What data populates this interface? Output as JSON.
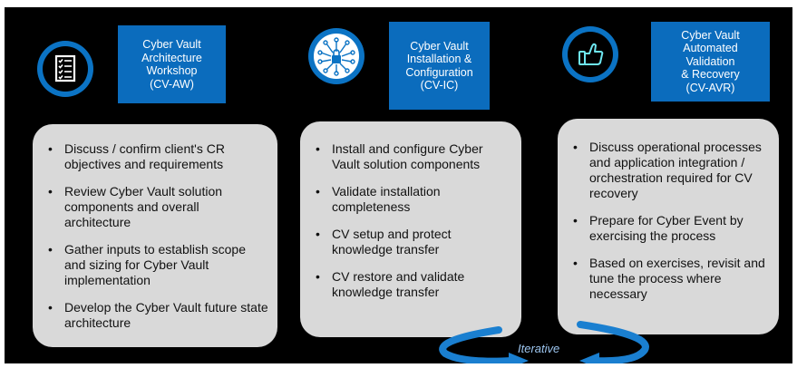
{
  "columns": [
    {
      "icon": "checklist-icon",
      "title_lines": [
        "Cyber Vault",
        "Architecture",
        "Workshop",
        "(CV-AW)"
      ],
      "bullets": [
        "Discuss / confirm client's CR objectives and requirements",
        "Review Cyber Vault solution components and overall architecture",
        "Gather inputs to establish scope and sizing for Cyber Vault implementation",
        "Develop the Cyber Vault future state architecture"
      ]
    },
    {
      "icon": "network-lock-icon",
      "title_lines": [
        "Cyber Vault",
        "Installation &",
        "Configuration",
        "(CV-IC)"
      ],
      "bullets": [
        "Install and configure Cyber Vault solution components",
        "Validate installation completeness",
        "CV setup and protect knowledge transfer",
        "CV restore and validate knowledge transfer"
      ]
    },
    {
      "icon": "thumbs-up-icon",
      "title_lines": [
        "Cyber Vault",
        "Automated Validation",
        "& Recovery",
        "(CV-AVR)"
      ],
      "bullets": [
        "Discuss operational processes and application integration / orchestration required for CV recovery",
        "Prepare for Cyber Event by exercising the process",
        "Based on exercises, revisit and tune the process where necessary"
      ]
    }
  ],
  "iterative_label": "Iterative",
  "colors": {
    "background": "#000000",
    "accent": "#0b6cbd",
    "card": "#d9d9d9",
    "arrow": "#1a7fd0"
  }
}
